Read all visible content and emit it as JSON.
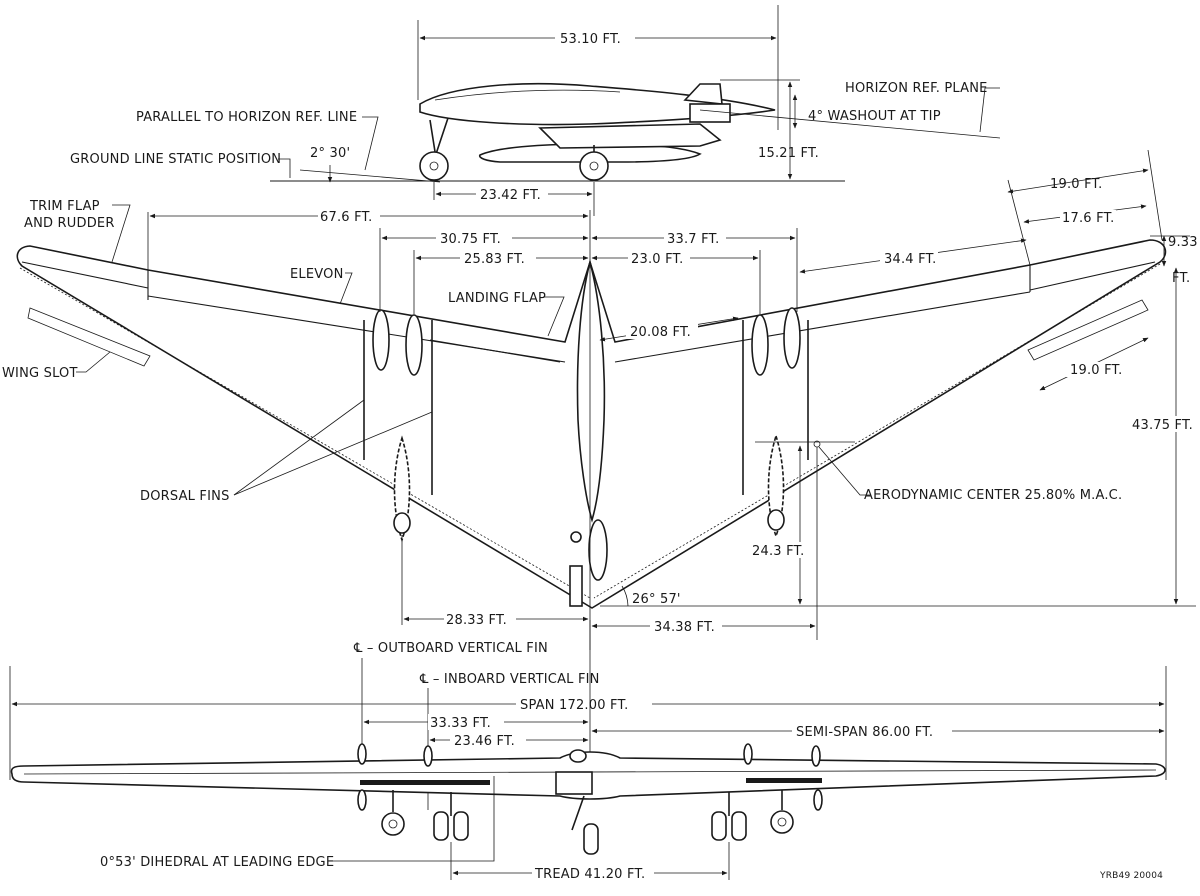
{
  "top": {
    "length": "53.10 FT.",
    "horizon_plane": "HORIZON REF. PLANE",
    "washout": "4° WASHOUT AT TIP",
    "parallel_line": "PARALLEL TO HORIZON REF. LINE",
    "ground_line": "GROUND LINE STATIC POSITION",
    "angle_ground": "2° 30'",
    "height": "15.21 FT.",
    "wheelbase": "23.42 FT."
  },
  "plan": {
    "trim_flap": "TRIM FLAP",
    "and_rudder": "AND RUDDER",
    "d_67_6": "67.6 FT.",
    "d_30_75": "30.75 FT.",
    "d_33_7": "33.7 FT.",
    "d_25_83": "25.83 FT.",
    "d_23_0": "23.0 FT.",
    "d_19_0_top": "19.0 FT.",
    "d_17_6": "17.6 FT.",
    "d_34_4": "34.4 FT.",
    "d_9_33": "9.33",
    "d_9_33_unit": "FT.",
    "elevon": "ELEVON",
    "landing_flap": "LANDING FLAP",
    "d_20_08": "20.08 FT.",
    "wing_slot": "WING SLOT",
    "d_19_0_slot": "19.0 FT.",
    "d_43_75": "43.75 FT.",
    "dorsal_fins": "DORSAL FINS",
    "aero_center": "AERODYNAMIC CENTER 25.80% M.A.C.",
    "d_24_3": "24.3 FT.",
    "sweep_angle": "26° 57'",
    "d_28_33": "28.33 FT.",
    "d_34_38": "34.38 FT."
  },
  "front": {
    "cl_outboard": "℄ – OUTBOARD VERTICAL FIN",
    "cl_inboard": "℄ – INBOARD VERTICAL FIN",
    "span": "SPAN 172.00 FT.",
    "d_33_33": "33.33 FT.",
    "d_23_46": "23.46 FT.",
    "semi_span": "SEMI-SPAN 86.00 FT.",
    "dihedral": "0°53' DIHEDRAL AT LEADING EDGE",
    "tread": "TREAD 41.20 FT.",
    "drawing_no": "YRB49  20004"
  }
}
